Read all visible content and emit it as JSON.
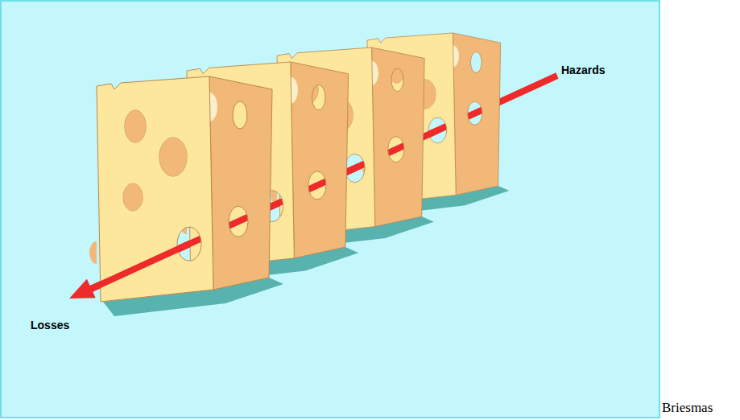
{
  "diagram": {
    "caption": "Briesmas",
    "labels": [
      "Hazards",
      "Losses"
    ]
  }
}
